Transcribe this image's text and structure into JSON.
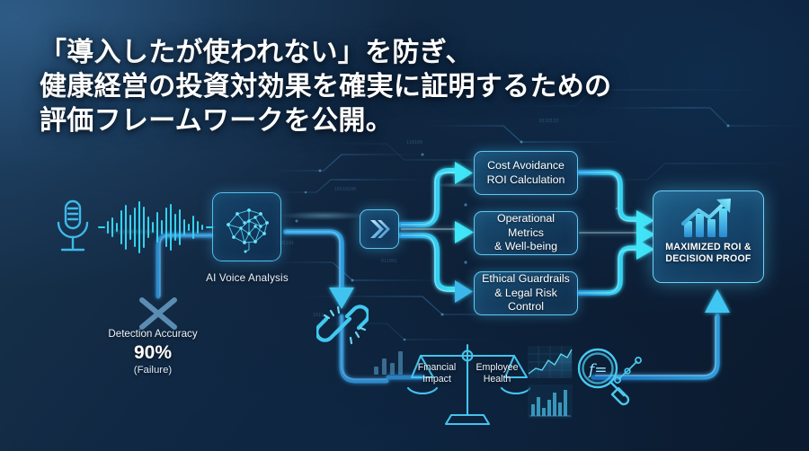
{
  "headline": {
    "text": "「導入したが使われない」を防ぎ、\n健康経営の投資対効果を確実に証明するための\n評価フレームワークを公開。"
  },
  "colors": {
    "background_dark": "#0b1a2e",
    "background_light": "#1d3a55",
    "accent_cyan": "#35e0f5",
    "accent_blue": "#2b9fe0",
    "border_cyan": "#5fc8f5",
    "text_white": "#ffffff"
  },
  "pipeline": {
    "input": {
      "microphone_icon": "microphone-icon",
      "waveform_icon": "audio-waveform-icon",
      "analysis_node": {
        "icon": "brain-network-icon",
        "label": "AI Voice Analysis"
      }
    },
    "failure_branch": {
      "icon": "x-mark-icon",
      "title": "Detection Accuracy",
      "value": "90%",
      "note": "(Failure)"
    },
    "hub": {
      "icon": "double-chevron-right-icon"
    },
    "broken_link": {
      "icon": "broken-chain-link-icon"
    },
    "outputs": [
      {
        "id": "cost-avoidance",
        "label": "Cost Avoidance\nROI Calculation"
      },
      {
        "id": "operational-metrics",
        "label": "Operational Metrics\n& Well-being"
      },
      {
        "id": "ethical-guardrails",
        "label": "Ethical Guardrails\n& Legal Risk Control"
      }
    ],
    "result": {
      "icon": "bar-chart-growth-arrow-icon",
      "label": "MAXIMIZED ROI &\nDECISION PROOF"
    }
  },
  "evidence_row": {
    "bar_chart_icon": "bar-chart-icon",
    "balance_scale": {
      "icon": "balance-scale-icon",
      "left_label": "Financial\nImpact",
      "right_label": "Employee\nHealth"
    },
    "analytics_panel": {
      "area_chart_icon": "area-chart-icon",
      "bar_chart_icon": "bar-chart-icon"
    },
    "formula_search": {
      "icon": "magnifier-formula-icon",
      "glyph": "f=",
      "node_graph_icon": "node-graph-icon"
    }
  }
}
